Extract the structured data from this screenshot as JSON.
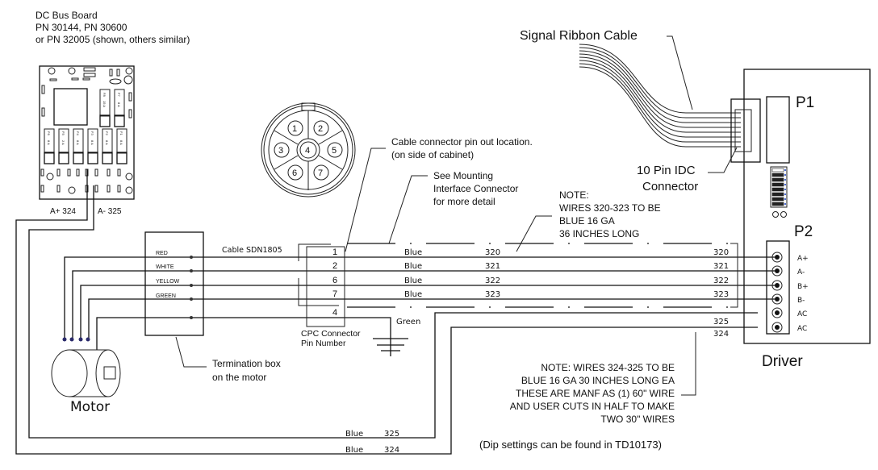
{
  "dc_bus_board": {
    "title_lines": [
      "DC Bus Board",
      "PN 30144, PN 30600",
      "or PN 32005 (shown, others similar)"
    ],
    "fuses_top": [
      {
        "id": "F8",
        "rating": "15 A"
      },
      {
        "id": "F7",
        "rating": "8 A"
      }
    ],
    "fuses_bottom": [
      {
        "id": "F6",
        "rating": "8 A"
      },
      {
        "id": "F5",
        "rating": "2 A"
      },
      {
        "id": "F4",
        "rating": "8 A"
      },
      {
        "id": "F3",
        "rating": "8 A"
      },
      {
        "id": "F2",
        "rating": "8 A"
      },
      {
        "id": "F1",
        "rating": "8 A"
      }
    ],
    "terminal_a_plus": "A+ 324",
    "terminal_a_minus": "A- 325"
  },
  "cpc_connector_face": {
    "pins": [
      "1",
      "2",
      "3",
      "4",
      "5",
      "6",
      "7"
    ]
  },
  "callouts": {
    "cable_connector": [
      "Cable connector pin out location.",
      "(on side of cabinet)"
    ],
    "mounting": [
      "See Mounting",
      "Interface Connector",
      "for more detail"
    ],
    "note_320_323": [
      "NOTE:",
      "WIRES 320-323 TO BE",
      "BLUE 16 GA",
      "36 INCHES LONG"
    ],
    "termination_box": [
      "Termination box",
      "on the motor"
    ],
    "cpc_pin_number": [
      "CPC Connector",
      "Pin Number"
    ],
    "note_324_325": [
      "NOTE: WIRES 324-325 TO BE",
      "BLUE 16 GA 30 INCHES LONG EA",
      "THESE ARE MANF AS (1) 60\" WIRE",
      "AND USER CUTS IN HALF TO MAKE",
      "TWO 30\" WIRES"
    ],
    "dip_settings": "(Dip settings can be found in TD10173)",
    "signal_ribbon": "Signal Ribbon Cable",
    "idc_connector": [
      "10 Pin IDC",
      "Connector"
    ]
  },
  "termination_box": {
    "wires": [
      "RED",
      "WHITE",
      "YELLOW",
      "GREEN"
    ]
  },
  "cable_label": "Cable SDN1805",
  "cpc_pins": [
    "1",
    "2",
    "6",
    "7",
    "4"
  ],
  "wire_runs": [
    {
      "color": "Blue",
      "number": "320"
    },
    {
      "color": "Blue",
      "number": "321"
    },
    {
      "color": "Blue",
      "number": "322"
    },
    {
      "color": "Blue",
      "number": "323"
    }
  ],
  "ground_wire": "Green",
  "return_wires": [
    {
      "color": "Blue",
      "number": "325"
    },
    {
      "color": "Blue",
      "number": "324"
    }
  ],
  "driver": {
    "label": "Driver",
    "p1": "P1",
    "p2": "P2",
    "p2_terminals": [
      "A+",
      "A-",
      "B+",
      "B-",
      "AC",
      "AC"
    ],
    "entry_numbers": [
      "320",
      "321",
      "322",
      "323",
      "325",
      "324"
    ]
  },
  "motor_label": "Motor"
}
